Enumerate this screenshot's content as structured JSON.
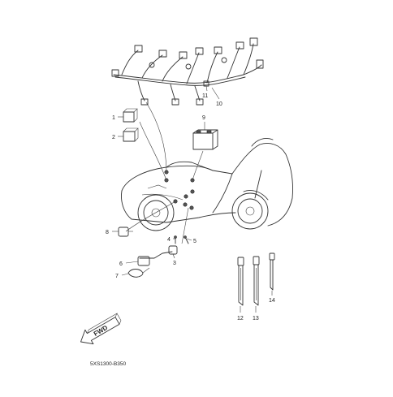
{
  "diagram": {
    "code": "5XS1300-B350",
    "fwd_label": "FWD",
    "callouts": [
      "1",
      "2",
      "3",
      "4",
      "5",
      "6",
      "7",
      "8",
      "9",
      "10",
      "11",
      "12",
      "13",
      "14"
    ]
  }
}
